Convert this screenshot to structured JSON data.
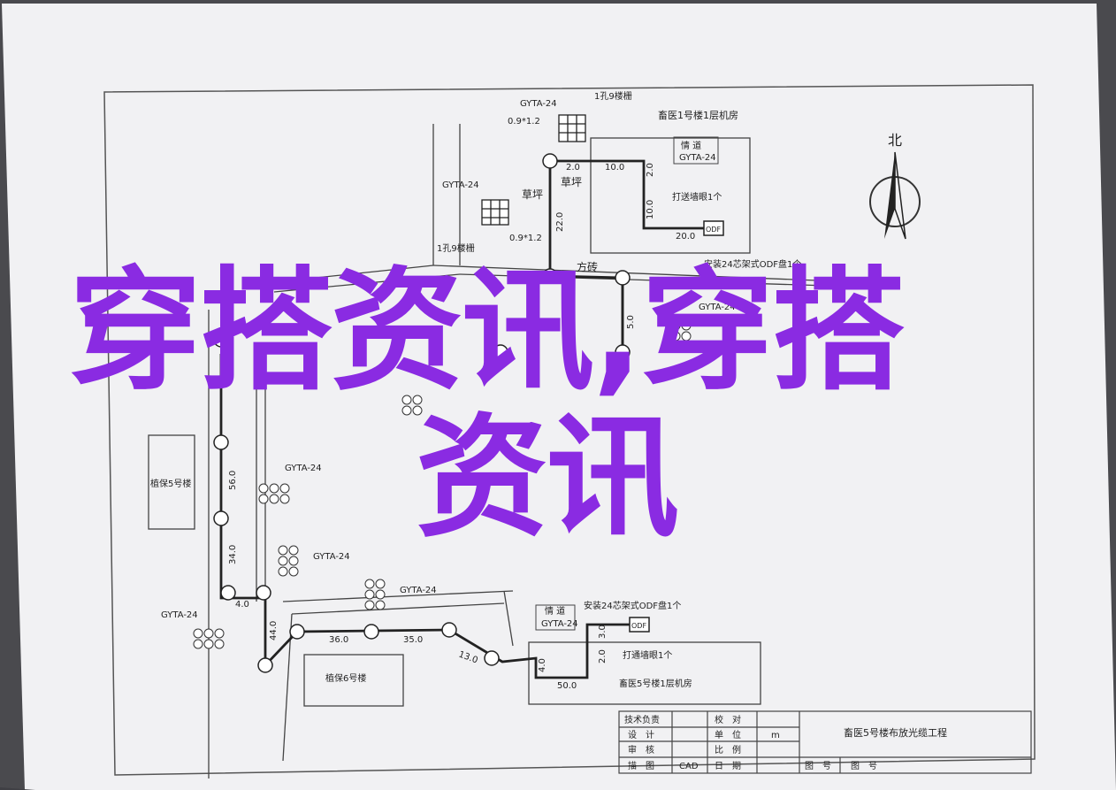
{
  "title_top": "畜医1号楼1层机房",
  "north": "北",
  "labels": {
    "gyta": "GYTA-24",
    "well9": "1孔9楼栅",
    "size": "0.9*1.2",
    "grass": "草坪",
    "brick": "方砖",
    "jing_dao": "情 道",
    "dagua": "打送墙眼1个",
    "odf_box": "ODF",
    "odf_top": "安装24芯架式ODF盘1个",
    "odf_bottom": "安装24芯架式ODF盘1个",
    "dagua2": "打通墙眼1个",
    "bldg_right": "畜医5号楼1层机房",
    "bldg_left": "植保5号楼",
    "bldg_bottom": "植保6号楼"
  },
  "distances": {
    "d20": "2.0",
    "d10": "10.0",
    "d2": "2.0",
    "d10v": "10.0",
    "d22": "22.0",
    "d20b": "20.0",
    "d5": "5.0",
    "d56": "56.0",
    "d34": "34.0",
    "d4": "4.0",
    "d44": "44.0",
    "d36": "36.0",
    "d35": "35.0",
    "d13": "13.0",
    "d4b": "4.0",
    "d50": "50.0",
    "d3": "3.0",
    "d2b": "2.0"
  },
  "table": {
    "r1c1": "技术负责",
    "r1c2": "校　对",
    "r2c1": "设　计",
    "r2c2": "单　位",
    "r2c3": "m",
    "r3c1": "审　核",
    "r3c2": "比　例",
    "r4c1": "描　图",
    "r4c1v": "CAD",
    "r4c2": "日　期",
    "project": "畜医5号楼布放光缆工程",
    "fig_no": "图　号",
    "fig_no2": "图　号"
  },
  "watermark": {
    "line1": "穿搭资讯,穿搭",
    "line2": "资讯"
  }
}
